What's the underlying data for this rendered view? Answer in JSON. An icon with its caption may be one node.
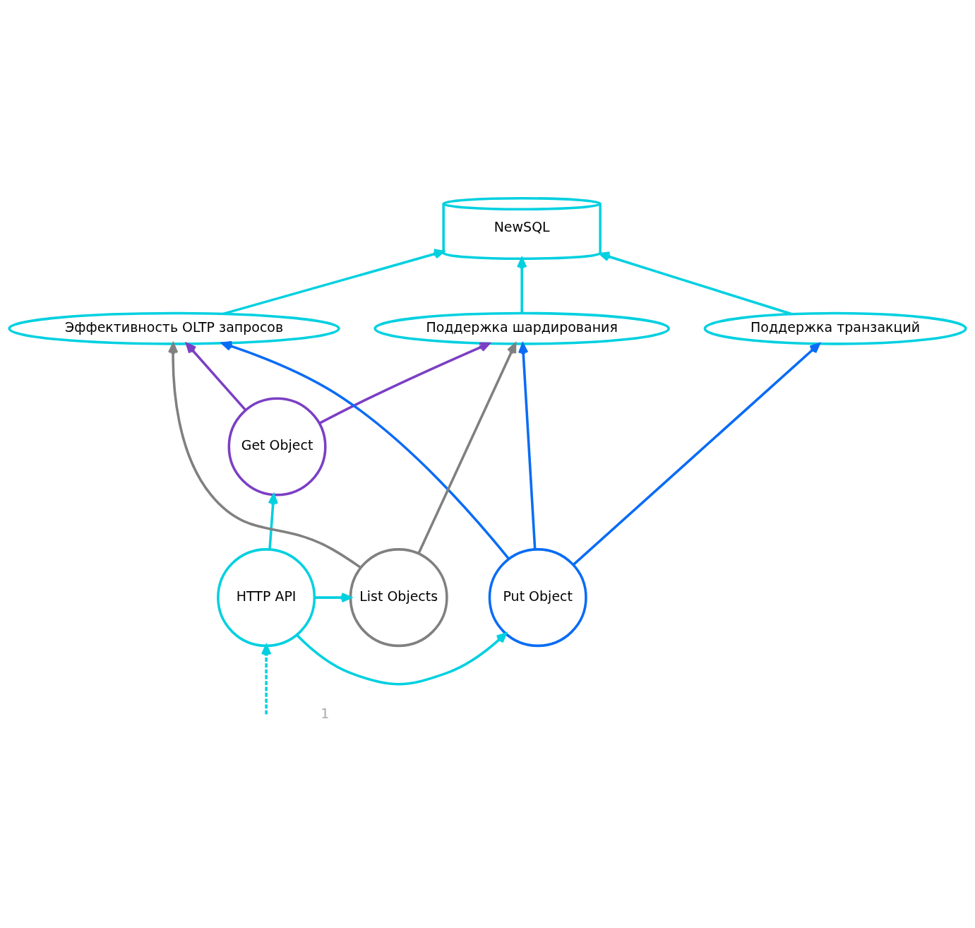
{
  "diagram": {
    "nodes": [
      {
        "text": [
          "NewSQL"
        ]
      },
      {
        "text": [
          "Поддержка транзакций"
        ]
      },
      {
        "text": [
          "Поддержка шардирования"
        ]
      },
      {
        "text": [
          "Эффективность OLTP запросов"
        ]
      },
      {
        "text": [
          "Get Object"
        ]
      },
      {
        "text": [
          "Put Object"
        ]
      },
      {
        "text": [
          "HTTP API"
        ]
      },
      {
        "text": [
          "List Objects"
        ]
      }
    ],
    "edges": [
      {
        "from": 1,
        "to": 0,
        "arrow": "to"
      },
      {
        "from": 2,
        "to": 0,
        "arrow": "to"
      },
      {
        "from": 3,
        "to": 0,
        "arrow": "to"
      },
      {
        "from": 5,
        "to": 1,
        "arrow": "to",
        "color": "#0a6cf5"
      },
      {
        "from": 5,
        "to": 2,
        "arrow": "to",
        "color": "#0a6cf5"
      },
      {
        "from": 5,
        "to": 3,
        "arrow": "to",
        "color": "#0a6cf5"
      },
      {
        "from": 4,
        "to": 2,
        "arrow": "to",
        "color": "#7b3fc4"
      },
      {
        "from": 4,
        "to": 3,
        "arrow": "to",
        "color": "#7b3fc4"
      },
      {
        "from": 7,
        "to": 2,
        "arrow": "to",
        "color": "#808080"
      },
      {
        "from": 7,
        "to": 3,
        "arrow": "to",
        "color": "#808080"
      },
      {
        "from": 6,
        "to": 4,
        "arrow": "to"
      },
      {
        "from": 6,
        "to": 5,
        "arrow": "to"
      },
      {
        "from": 6,
        "to": 7,
        "arrow": "to"
      },
      {
        "from": null,
        "to": 6,
        "arrow": "to",
        "style": "dashed"
      }
    ],
    "labels": [
      "1"
    ]
  }
}
